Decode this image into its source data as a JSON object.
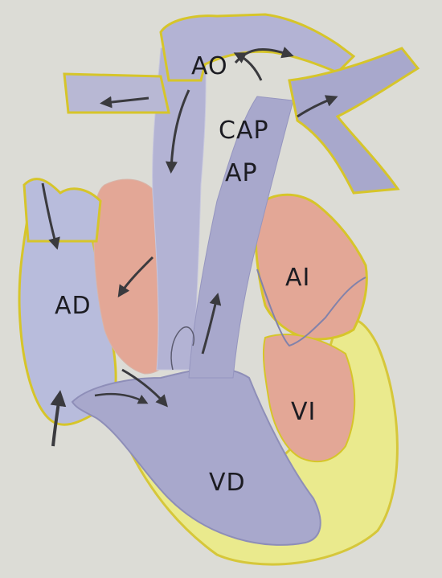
{
  "labels": {
    "ao": "AO",
    "cap": "CAP",
    "ap": "AP",
    "ad": "AD",
    "ai": "AI",
    "vi": "VI",
    "vd": "VD"
  },
  "colors": {
    "paper": "#dcdcd6",
    "venous_blue": "#a8a8cc",
    "arterial_red": "#e3a796",
    "fat_yellow": "#ecec86",
    "outline_yellow": "#d6c52a",
    "arrow": "#3a3a3e"
  }
}
